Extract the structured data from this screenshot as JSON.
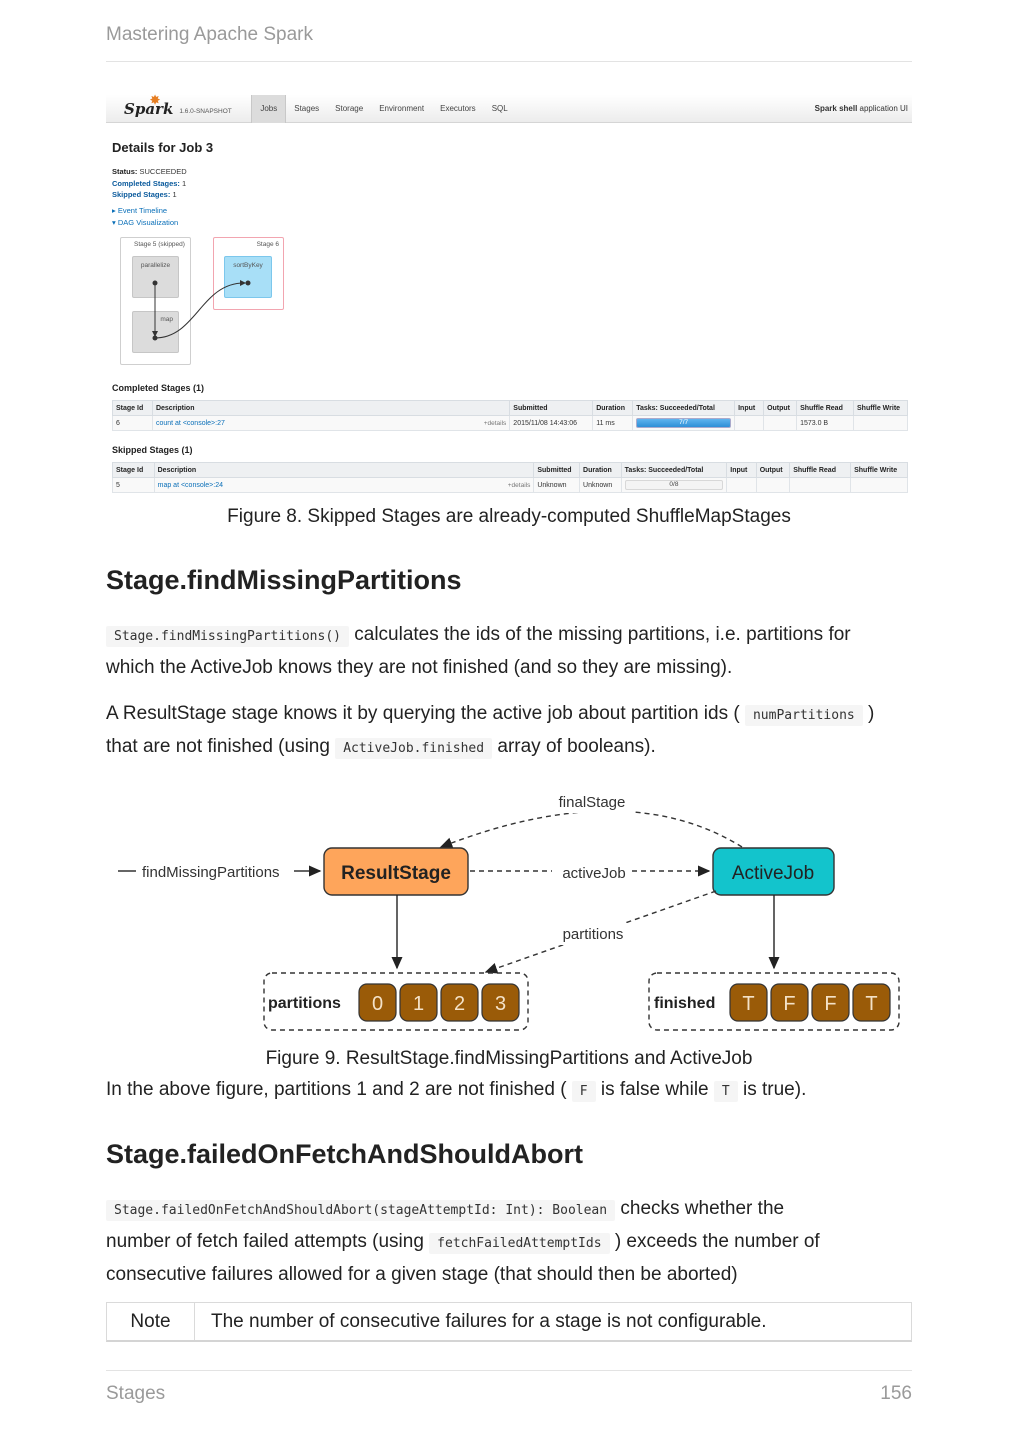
{
  "header": {
    "title": "Mastering Apache Spark"
  },
  "spark_ui": {
    "logo": "Spark",
    "version": "1.6.0-SNAPSHOT",
    "tabs": [
      "Jobs",
      "Stages",
      "Storage",
      "Environment",
      "Executors",
      "SQL"
    ],
    "active_tab": "Jobs",
    "app_name": "Spark shell",
    "app_suffix": " application UI",
    "title": "Details for Job 3",
    "status_label": "Status:",
    "status_value": "SUCCEEDED",
    "completed_label": "Completed Stages:",
    "completed_value": "1",
    "skipped_label": "Skipped Stages:",
    "skipped_value": "1",
    "event_timeline": "Event Timeline",
    "dag_visualization": "DAG Visualization",
    "dag": {
      "stage5_label": "Stage 5 (skipped)",
      "stage6_label": "Stage 6",
      "node_parallelize": "parallelize",
      "node_map": "map",
      "node_sortbykey": "sortByKey"
    },
    "completed_title": "Completed Stages (1)",
    "skipped_title": "Skipped Stages (1)",
    "columns": [
      "Stage Id",
      "Description",
      "Submitted",
      "Duration",
      "Tasks: Succeeded/Total",
      "Input",
      "Output",
      "Shuffle Read",
      "Shuffle Write"
    ],
    "completed_row": {
      "id": "6",
      "description": "count at <console>:27",
      "details": "+details",
      "submitted": "2015/11/08 14:43:06",
      "duration": "11 ms",
      "tasks": "7/7",
      "input": "",
      "output": "",
      "shuffle_read": "1573.0 B",
      "shuffle_write": ""
    },
    "skipped_row": {
      "id": "5",
      "description": "map at <console>:24",
      "details": "+details",
      "submitted": "Unknown",
      "duration": "Unknown",
      "tasks": "0/8",
      "input": "",
      "output": "",
      "shuffle_read": "",
      "shuffle_write": ""
    }
  },
  "figure8_caption": "Figure 8. Skipped Stages are already-computed ShuffleMapStages",
  "section1": {
    "title": "Stage.findMissingPartitions",
    "p1_code": "Stage.findMissingPartitions()",
    "p1_line1": " calculates the ids of the missing partitions, i.e. partitions for",
    "p1_line2": "which the ActiveJob knows they are not finished (and so they are missing).",
    "p2_pre": "A ResultStage stage knows it by querying the active job about partition ids ( ",
    "p2_code1": "numPartitions",
    "p2_post1": " )",
    "p2_line2_pre": "that are not finished (using ",
    "p2_code2": "ActiveJob.finished",
    "p2_line2_post": " array of booleans)."
  },
  "diagram": {
    "finalStage": "finalStage",
    "findMissingPartitions": "findMissingPartitions",
    "resultStage": "ResultStage",
    "activeJob_edge": "activeJob",
    "activeJob_node": "ActiveJob",
    "partitions_edge": "partitions",
    "partitions_label": "partitions",
    "partitions": [
      "0",
      "1",
      "2",
      "3"
    ],
    "finished_label": "finished",
    "finished": [
      "T",
      "F",
      "F",
      "T"
    ],
    "colors": {
      "result_stage": "#fea55b",
      "active_job": "#13c4cc",
      "cell": "#9a5b08"
    }
  },
  "figure9_caption": "Figure 9. ResultStage.findMissingPartitions and ActiveJob",
  "after_fig": {
    "pre": "In the above figure, partitions 1 and 2 are not finished ( ",
    "code1": "F",
    "mid": " is false while ",
    "code2": "T",
    "post": " is true)."
  },
  "section2": {
    "title": "Stage.failedOnFetchAndShouldAbort",
    "code1": "Stage.failedOnFetchAndShouldAbort(stageAttemptId: Int): Boolean",
    "l1_post": " checks whether the",
    "l2_pre": "number of fetch failed attempts (using ",
    "code2": "fetchFailedAttemptIds",
    "l2_post": " ) exceeds the number of",
    "l3": "consecutive failures allowed for a given stage (that should then be aborted)"
  },
  "note": {
    "label": "Note",
    "text": "The number of consecutive failures for a stage is not configurable."
  },
  "footer": {
    "section": "Stages",
    "page": "156"
  }
}
